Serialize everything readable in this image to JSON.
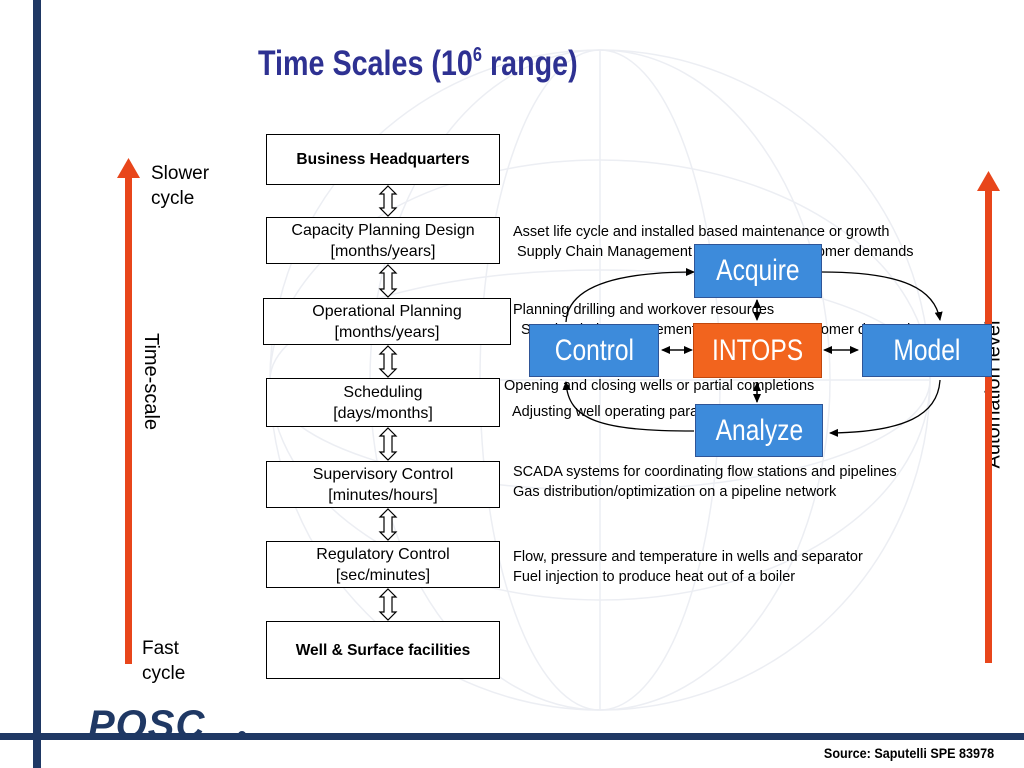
{
  "title": {
    "main": "Time Scales (10",
    "superscript": "6",
    "tail": " range)"
  },
  "side_labels": {
    "slower": [
      "Slower",
      "cycle"
    ],
    "fast": [
      "Fast",
      "cycle"
    ],
    "time_scale": "Time-scale",
    "automation": "Automation level"
  },
  "levels": [
    {
      "lines": [
        "Business Headquarters"
      ]
    },
    {
      "lines": [
        "Capacity Planning Design",
        "[months/years]"
      ]
    },
    {
      "lines": [
        "Operational Planning",
        "[months/years]"
      ]
    },
    {
      "lines": [
        "Scheduling",
        "[days/months]"
      ]
    },
    {
      "lines": [
        "Supervisory Control",
        "[minutes/hours]"
      ]
    },
    {
      "lines": [
        "Regulatory Control",
        "[sec/minutes]"
      ]
    },
    {
      "lines": [
        "Well & Surface facilities"
      ]
    }
  ],
  "descriptions": {
    "capacity": [
      "Asset life cycle and installed based maintenance or growth",
      "Supply Chain Management vs. forecasted customer demands"
    ],
    "operational": [
      "Planning drilling and workover resources",
      "Supply Chain Management vs. forecasted customer demands"
    ],
    "scheduling": [
      "Opening and closing wells or partial completions",
      "Adjusting well operating parameters"
    ],
    "supervisory": [
      "SCADA systems for coordinating flow stations and pipelines",
      "Gas distribution/optimization on a pipeline network"
    ],
    "regulatory": [
      "Flow, pressure and temperature in wells and separator",
      "Fuel injection to produce heat out of a boiler"
    ]
  },
  "loop": {
    "acquire": "Acquire",
    "control": "Control",
    "intops": "INTOPS",
    "model": "Model",
    "analyze": "Analyze"
  },
  "logo": "POSC",
  "source": "Source: Saputelli SPE 83978",
  "colors": {
    "title": "#2e3192",
    "frame": "#1f3864",
    "arrow": "#e8461b",
    "flow_blue": "#3d8bdb",
    "flow_orange": "#f2641e"
  }
}
